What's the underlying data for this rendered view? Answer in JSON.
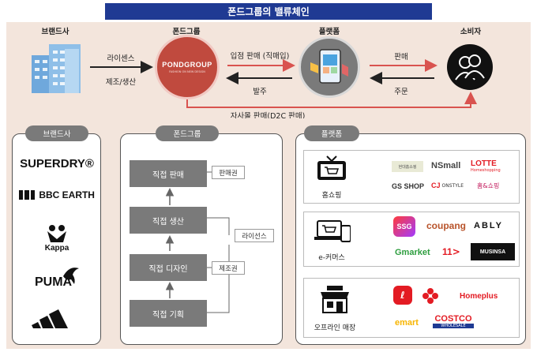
{
  "title": "폰드그룹의 밸류체인",
  "top": {
    "brand_head": "브랜드사",
    "pond_head": "폰드그룹",
    "platform_head": "플랫폼",
    "consumer_head": "소비자",
    "pond_logo": "PONDGROUP",
    "pond_logo_sub": "FASHION ON NEW DESIGN",
    "license": "라이센스",
    "manufacture": "제조/생산",
    "entry_sale": "입점 판매 (직매입)",
    "order_out": "발주",
    "sale": "판매",
    "order_in": "주문",
    "d2c": "자사몰 판매(D2C 판매)"
  },
  "bottom": {
    "brand_pill": "브랜드사",
    "pond_pill": "폰드그룹",
    "platform_pill": "플랫폼",
    "brands": [
      "SUPERDRY®",
      "BBC EARTH",
      "Kappa",
      "PUMA",
      "adidas"
    ],
    "steps": [
      "직접 판매",
      "직접 생산",
      "직접 디자인",
      "직접 기획"
    ],
    "tag_sale": "판매권",
    "tag_license": "라이선스",
    "tag_manufacture": "제조권",
    "homeshopping": {
      "name": "홈쇼핑",
      "logos": [
        "현대홈쇼핑",
        "NSmall",
        "LOTTE",
        "Homeshopping",
        "GS SHOP",
        "CJ",
        "ONSTYLE",
        "홈&쇼핑"
      ]
    },
    "ecommerce": {
      "name": "e-커머스",
      "logos": [
        "SSG",
        "coupang",
        "ABLY",
        "Gmarket",
        "11",
        "MUSINSA"
      ]
    },
    "offline": {
      "name": "오프라인 매장",
      "logos": [
        "Homeplus",
        "emart",
        "COSTCO",
        "WHOLESALE"
      ]
    }
  },
  "colors": {
    "title_bg": "#1f3a93",
    "panel_bg": "#f3e5dc",
    "accent_red": "#d9534f",
    "gray": "#7a7a7a"
  }
}
